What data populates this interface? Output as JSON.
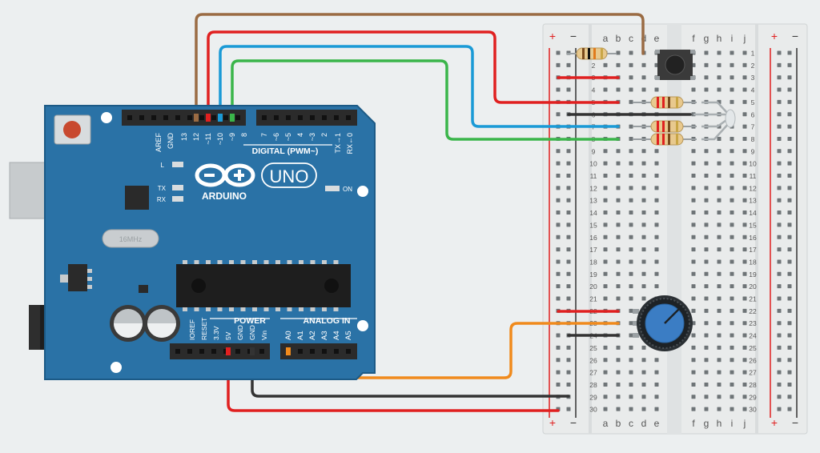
{
  "arduino": {
    "brand": "ARDUINO",
    "model": "UNO",
    "digital_header_label": "DIGITAL (PWM~)",
    "power_label": "POWER",
    "analog_label": "ANALOG IN",
    "on_led_label": "ON",
    "led_l_label": "L",
    "led_tx_label": "TX",
    "led_rx_label": "RX",
    "crystal_label": "16MHz",
    "digital_pins": [
      "AREF",
      "GND",
      "13",
      "12",
      "~11",
      "~10",
      "~9",
      "8",
      "7",
      "~6",
      "~5",
      "4",
      "~3",
      "2",
      "TX→1",
      "RX←0"
    ],
    "power_pins": [
      "IOREF",
      "RESET",
      "3.3V",
      "5V",
      "GND",
      "GND",
      "Vin"
    ],
    "analog_pins": [
      "A0",
      "A1",
      "A2",
      "A3",
      "A4",
      "A5"
    ],
    "colors": {
      "board": "#2a72a6",
      "board_edge": "#1c5a86",
      "header": "#2b2b2b",
      "text": "#ffffff"
    }
  },
  "breadboard": {
    "column_letters_left": [
      "a",
      "b",
      "c",
      "d",
      "e"
    ],
    "column_letters_right": [
      "f",
      "g",
      "h",
      "i",
      "j"
    ],
    "rail_plus": "+",
    "rail_minus": "−",
    "row_numbers": [
      "1",
      "2",
      "3",
      "4",
      "5",
      "6",
      "7",
      "8",
      "9",
      "10",
      "11",
      "12",
      "13",
      "14",
      "15",
      "16",
      "17",
      "18",
      "19",
      "20",
      "21",
      "22",
      "23",
      "24",
      "25",
      "26",
      "27",
      "28",
      "29",
      "30"
    ]
  },
  "components": {
    "resistor_count": 4,
    "pushbutton": "pushbutton",
    "potentiometer": "potentiometer",
    "rgb_led": "rgb-led"
  },
  "wires": [
    {
      "name": "wire-pin12-brown",
      "color": "#9a6b43"
    },
    {
      "name": "wire-pin11-red",
      "color": "#e02020"
    },
    {
      "name": "wire-pin10-blue",
      "color": "#1a9ad6"
    },
    {
      "name": "wire-pin9-green",
      "color": "#3ab54a"
    },
    {
      "name": "wire-a0-orange",
      "color": "#f08a1c"
    },
    {
      "name": "wire-gnd-black",
      "color": "#333333"
    },
    {
      "name": "wire-5v-red",
      "color": "#e02020"
    }
  ]
}
